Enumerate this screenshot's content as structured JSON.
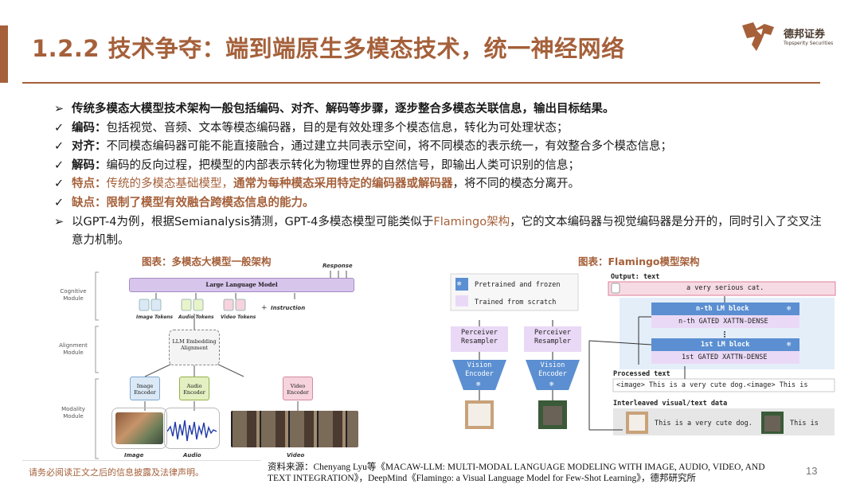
{
  "header": {
    "title": "1.2.2 技术争夺：端到端原生多模态技术，统一神经网络",
    "logo_cn": "德邦证券",
    "logo_en": "Topsperity Securities"
  },
  "bullets": [
    {
      "mark": "➢",
      "text": "传统多模态大模型技术架构一般包括编码、对齐、解码等步骤，逐步整合多模态关联信息，输出目标结果。"
    },
    {
      "mark": "✓",
      "label": "编码：",
      "text": "包括视觉、音频、文本等模态编码器，目的是有效处理多个模态信息，转化为可处理状态；"
    },
    {
      "mark": "✓",
      "label": "对齐：",
      "text": "不同模态编码器可能不能直接融合，通过建立共同表示空间，将不同模态的表示统一，有效整合多个模态信息；"
    },
    {
      "mark": "✓",
      "label": "解码：",
      "text": "编码的反向过程，把模型的内部表示转化为物理世界的自然信号，即输出人类可识别的信息；"
    },
    {
      "mark": "✓",
      "label": "特点：",
      "text_plain": "传统的多模态基础模型，",
      "text_emph": "通常为每种模态采用特定的编码器或解码器",
      "text_tail": "，将不同的模态分离开。"
    },
    {
      "mark": "✓",
      "label": "缺点：",
      "text": "限制了模型有效融合跨模态信息的能力。"
    },
    {
      "mark": "➢",
      "pre": "以GPT-4为例，根据Semianalysis猜测，GPT-4多模态模型可能类似于",
      "emph": "Flamingo架构",
      "post": "，它的文本编码器与视觉编码器是分开的，同时引入了交叉注意力机制。"
    }
  ],
  "figures": {
    "left_caption": "图表：多模态大模型一般架构",
    "right_caption": "图表：Flamingo模型架构"
  },
  "left_figure": {
    "response": "Response",
    "llm": "Large Language Model",
    "instruction": "Instruction",
    "plus": "+",
    "cognitive": "Cognitive Module",
    "alignment_module": "Alignment Module",
    "modality_module": "Modality Module",
    "image_tokens": "Image Tokens",
    "audio_tokens": "Audio Tokens",
    "video_tokens": "Video Tokens",
    "align_box": "LLM Embedding Alignment",
    "image_encoder": "Image Encoder",
    "audio_encoder": "Audio Encoder",
    "video_encoder": "Video Encoder",
    "image": "Image",
    "audio": "Audio",
    "video": "Video"
  },
  "right_figure": {
    "legend_frozen": "Pretrained and frozen",
    "legend_trained": "Trained from scratch",
    "output_label": "Output: text",
    "output_text": "a very serious cat.",
    "nth_block": "n-th LM block",
    "nth_gated": "n-th GATED XATTN-DENSE",
    "first_block": "1st LM block",
    "first_gated": "1st GATED XATTN-DENSE",
    "perceiver": "Perceiver Resampler",
    "vision_encoder": "Vision Encoder",
    "processed_label": "Processed text",
    "processed_text": "<image> This is a very cute dog.<image> This is",
    "interleaved_label": "Interleaved visual/text data",
    "interleaved_a": "This is a very cute dog.",
    "interleaved_b": "This is"
  },
  "footer": {
    "disclaimer": "请务必阅读正文之后的信息披露及法律声明。",
    "source": "资料来源：Chenyang Lyu等《MACAW-LLM: MULTI-MODAL LANGUAGE MODELING WITH IMAGE, AUDIO, VIDEO, AND TEXT INTEGRATION》，DeepMind《Flamingo: a Visual Language Model for Few-Shot Learning》，德邦研究所",
    "page": "13"
  },
  "colors": {
    "accent": "#a5603a",
    "llm_purple": "#d8c5ec",
    "flamingo_blue": "#5b8fd1",
    "flamingo_pink": "#f6dbe4"
  }
}
